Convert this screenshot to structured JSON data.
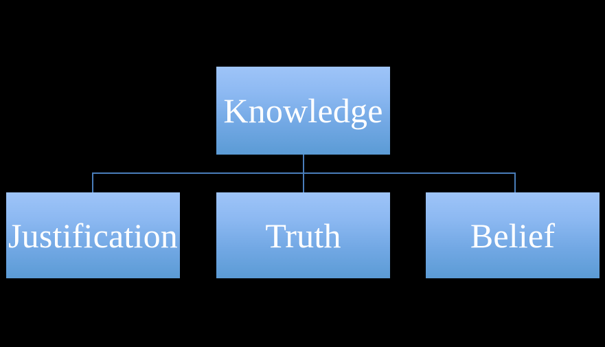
{
  "diagram": {
    "type": "hierarchy-tree",
    "background_color": "#000000",
    "title": "",
    "root": {
      "id": "knowledge",
      "label": "Knowledge"
    },
    "children": [
      {
        "id": "justification",
        "label": "Justification"
      },
      {
        "id": "truth",
        "label": "Truth"
      },
      {
        "id": "belief",
        "label": "Belief"
      }
    ],
    "style": {
      "node_gradient_top": "#9EC4F8",
      "node_gradient_bottom": "#5B9BD5",
      "node_text_color": "#FFFFFF",
      "connector_color": "#4A7EBB"
    },
    "connectors": [
      {
        "id": "stem",
        "from": "knowledge",
        "to": "bus"
      },
      {
        "id": "bus",
        "from": "bus",
        "to": "bus"
      },
      {
        "id": "drop-left",
        "from": "bus",
        "to": "justification"
      },
      {
        "id": "drop-mid",
        "from": "bus",
        "to": "truth"
      },
      {
        "id": "drop-right",
        "from": "bus",
        "to": "belief"
      }
    ]
  }
}
